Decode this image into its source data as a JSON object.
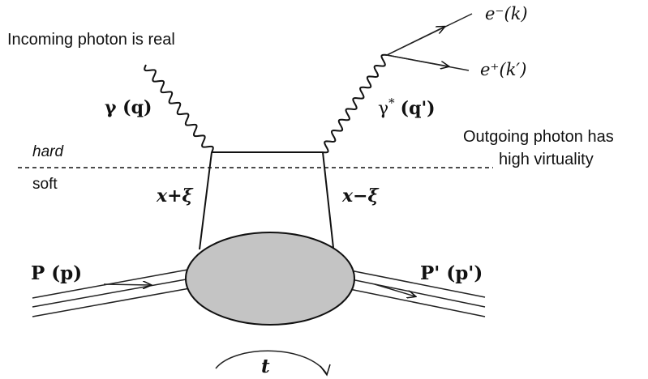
{
  "annotations": {
    "incoming": "Incoming photon is real",
    "outgoing_line1": "Outgoing photon has",
    "outgoing_line2": "high virtuality",
    "hard": "hard",
    "soft": "soft"
  },
  "particles": {
    "incoming_photon": "γ (q)",
    "outgoing_photon_symbol": "γ",
    "outgoing_photon_star": "*",
    "outgoing_photon_momentum": "(q')",
    "electron": "e⁻(k)",
    "positron": "e⁺(k′)",
    "proton_in": "P (p)",
    "proton_out": "P' (p')"
  },
  "momentum_fractions": {
    "left": "x+ξ",
    "right": "x−ξ"
  },
  "momentum_transfer": {
    "label": "t"
  },
  "colors": {
    "blob_fill": "#c4c4c4",
    "line": "#111111"
  }
}
